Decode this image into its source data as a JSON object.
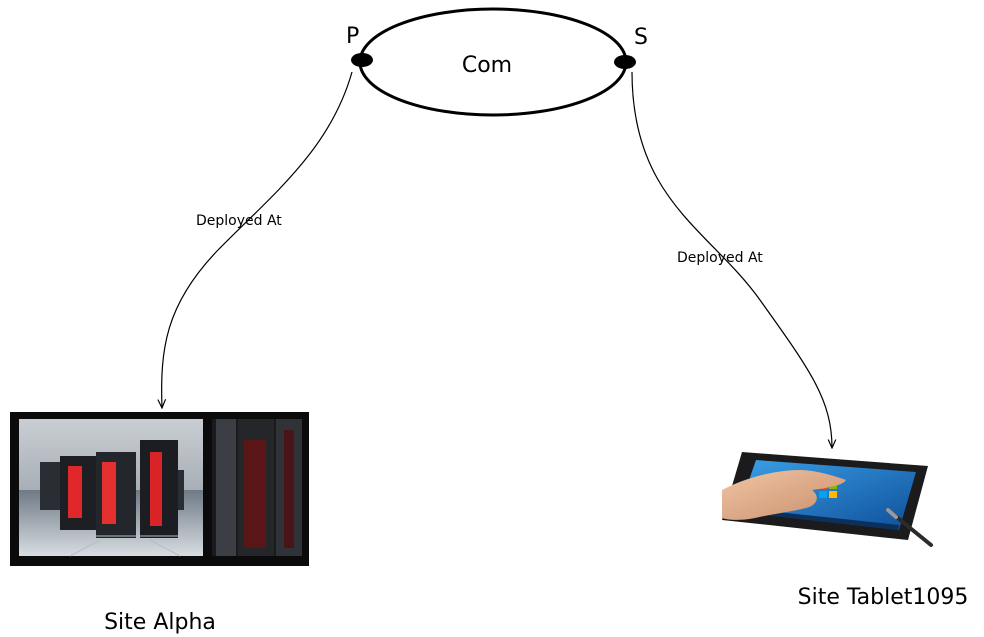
{
  "component": {
    "name": "Com"
  },
  "ports": {
    "primary": "P",
    "secondary": "S"
  },
  "edges": [
    {
      "label": "Deployed At",
      "from": "P",
      "to": "Site Alpha"
    },
    {
      "label": "Deployed At",
      "from": "S",
      "to": "Site Tablet1095"
    }
  ],
  "sites": [
    {
      "name": "Site Alpha",
      "icon": "supercomputer-datacenter-image"
    },
    {
      "name": "Site Tablet1095",
      "icon": "tablet-device-image"
    }
  ],
  "colors": {
    "stroke": "#000000",
    "server_glow": "#e0282a",
    "tablet_screen": "#1f6fc4"
  }
}
